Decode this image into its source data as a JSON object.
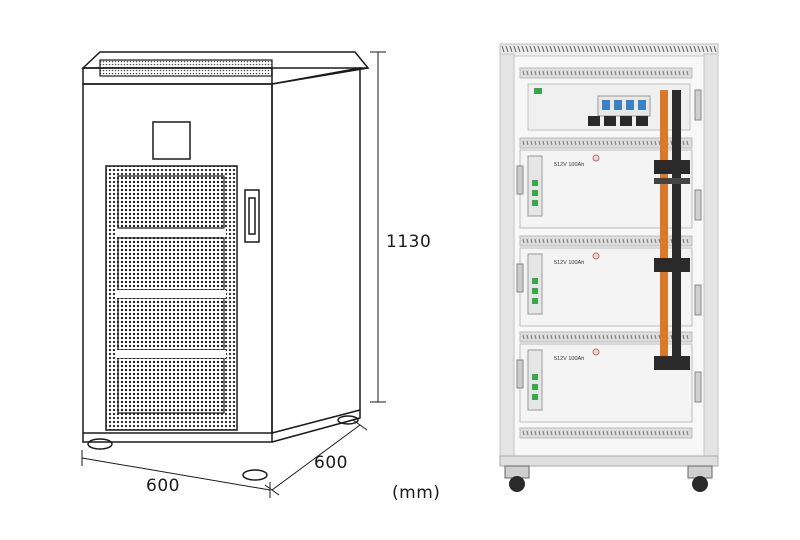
{
  "dimensions": {
    "height": "1130",
    "width": "600",
    "depth": "600",
    "unit": "(mm)"
  },
  "front_view": {
    "module_labels": [
      "512V 100Ah",
      "512V 100Ah",
      "512V 100Ah"
    ]
  },
  "colors": {
    "outline": "#1a1a1a",
    "cabinet_white": "#f2f2f2",
    "busbar_orange": "#d97a2b",
    "busbar_black": "#2a2a2a",
    "breaker_blue": "#3b82c4",
    "led_green": "#3aa84a"
  }
}
